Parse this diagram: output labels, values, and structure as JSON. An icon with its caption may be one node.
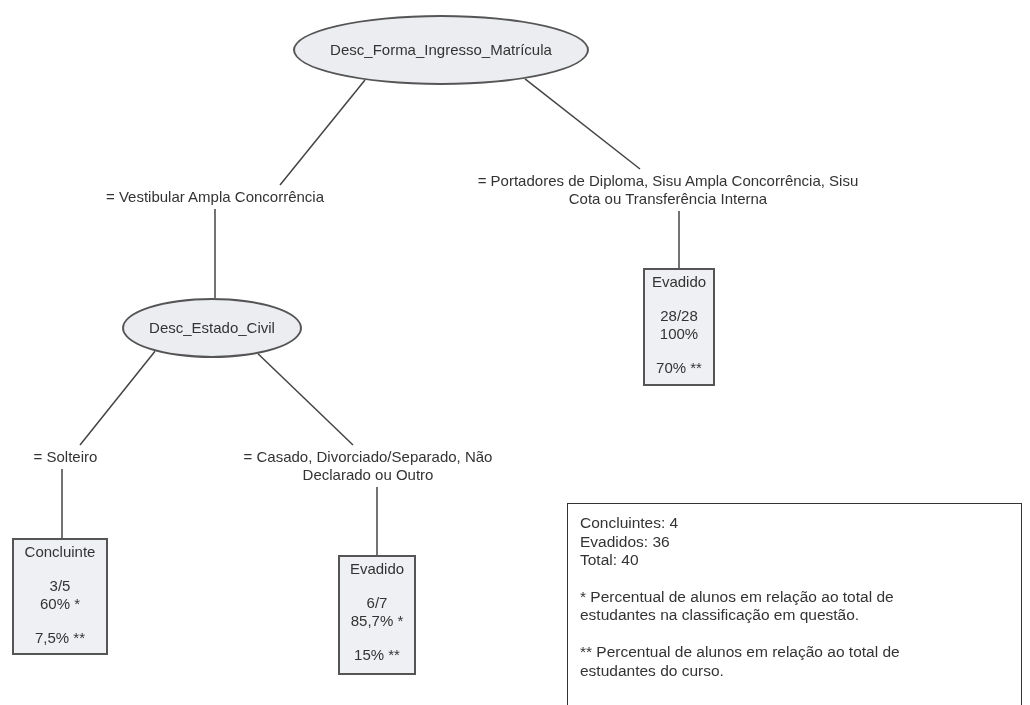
{
  "diagram": {
    "nodes": [
      {
        "text": [
          "Desc_Forma_Ingresso_Matrícula"
        ]
      },
      {
        "text": [
          "= Vestibular Ampla Concorrência"
        ]
      },
      {
        "text": [
          "= Portadores de Diploma, Sisu Ampla Concorrência, Sisu Cota ou Transferência Interna"
        ]
      },
      {
        "text": [
          "Desc_Estado_Civil"
        ]
      },
      {
        "text": [
          "Evadido",
          "28/28",
          "100%",
          "70% **"
        ]
      },
      {
        "text": [
          "= Solteiro"
        ]
      },
      {
        "text": [
          "= Casado, Divorciado/Separado, Não Declarado ou Outro"
        ]
      },
      {
        "text": [
          "Concluinte",
          "3/5",
          "60% *",
          "7,5% **"
        ]
      },
      {
        "text": [
          "Evadido",
          "6/7",
          "85,7% *",
          "15% **"
        ]
      },
      {
        "text": [
          "Concluintes: 4",
          "Evadidos: 36",
          "Total: 40",
          "* Percentual de alunos em relação ao total de estudantes na classificação em questão.",
          "** Percentual de alunos em relação ao total de estudantes do curso."
        ]
      }
    ],
    "edges": [
      {
        "from": 0,
        "to": 1,
        "arrow": "none"
      },
      {
        "from": 0,
        "to": 2,
        "arrow": "none"
      },
      {
        "from": 1,
        "to": 3,
        "arrow": "none"
      },
      {
        "from": 2,
        "to": 4,
        "arrow": "none"
      },
      {
        "from": 3,
        "to": 5,
        "arrow": "none"
      },
      {
        "from": 3,
        "to": 6,
        "arrow": "none"
      },
      {
        "from": 5,
        "to": 7,
        "arrow": "none"
      },
      {
        "from": 6,
        "to": 8,
        "arrow": "none"
      }
    ]
  }
}
